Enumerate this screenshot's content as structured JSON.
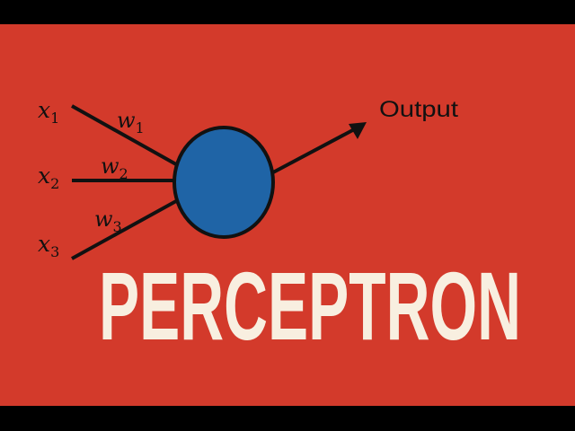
{
  "diagram": {
    "inputs": [
      {
        "var": "x",
        "sub": "1"
      },
      {
        "var": "x",
        "sub": "2"
      },
      {
        "var": "x",
        "sub": "3"
      }
    ],
    "weights": [
      {
        "var": "w",
        "sub": "1"
      },
      {
        "var": "w",
        "sub": "2"
      },
      {
        "var": "w",
        "sub": "3"
      }
    ],
    "output_label": "Output",
    "title": "PERCEPTRON"
  },
  "colors": {
    "background": "#d33a2b",
    "neuron": "#1f64a6",
    "title": "#f8efe0",
    "lines": "#111111",
    "letterbox": "#000000"
  }
}
